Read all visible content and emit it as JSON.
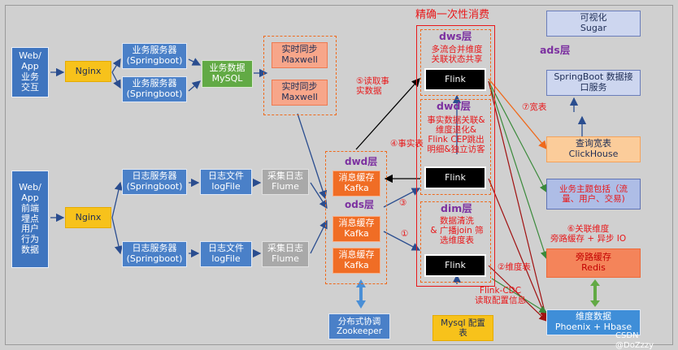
{
  "title": "精确一次性消费",
  "sources": {
    "web_business": "Web/\nApp\n业务\n交互",
    "web_tracking": "Web/\nApp\n前端\n埋点\n用户\n行为\n数据"
  },
  "nginx": "Nginx",
  "biz_server": "业务服务器\n(Springboot)",
  "log_server": "日志服务器\n(Springboot)",
  "mysql": "业务数据\nMySQL",
  "maxwell": "实时同步\nMaxwell",
  "log_file": "日志文件\nlogFile",
  "flume": "采集日志\nFlume",
  "kafka": "消息缓存\nKafka",
  "layers": {
    "dwd": "dwd层",
    "ods": "ods层",
    "dws": "dws层",
    "dwd2": "dwd层",
    "dim": "dim层",
    "ads": "ads层"
  },
  "notes": {
    "dws": "多流合并维度\n关联状态共享",
    "dwd": "事实数据关联&\n维度退化&\nFlink CEP跳出\n明细&独立访客",
    "dim": "数据清洗\n& 广播join 筛\n选维度表"
  },
  "flink": "Flink",
  "zookeeper": "分布式协调\nZookeeper",
  "mysql_config": "Mysql 配置\n表",
  "flink_cdc": "Flink-CDC\n读取配置信息",
  "sugar": "可视化\nSugar",
  "springboot_api": "SpringBoot 数据接\n口服务",
  "clickhouse": "查询宽表\nClickHouse",
  "subject_pkg": "业务主题包括（流\n量、用户、交易)",
  "redis": "旁路缓存\nRedis",
  "phoenix": "维度数据\nPhoenix + Hbase",
  "annotations": {
    "a5": "⑤读取事\n实数据",
    "a4": "④事实表",
    "a3": "③",
    "a1": "①",
    "a7": "⑦宽表",
    "a2": "②维度表",
    "a6": "⑥关联维度\n旁路缓存 + 异步 IO"
  },
  "watermark": "CSDN @DoZzzy",
  "colors": {
    "blue": "#4a80c8",
    "nginx": "#f7c21b",
    "kafka": "#f06d25",
    "accent_red": "#e8181a",
    "layer_purple": "#7c30a0"
  }
}
